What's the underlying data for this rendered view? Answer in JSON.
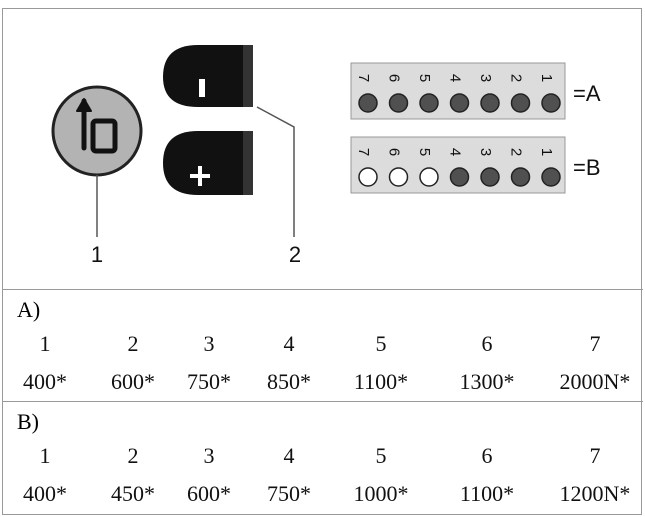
{
  "diagram": {
    "callouts": [
      "1",
      "2"
    ],
    "buttons": {
      "minus": "–",
      "plus": "+"
    },
    "led_numbers": [
      "7",
      "6",
      "5",
      "4",
      "3",
      "2",
      "1"
    ],
    "panel_a": {
      "label": "=A",
      "led_states": [
        "on",
        "on",
        "on",
        "on",
        "on",
        "on",
        "on"
      ]
    },
    "panel_b": {
      "label": "=B",
      "led_states": [
        "off",
        "off",
        "off",
        "on",
        "on",
        "on",
        "on"
      ]
    },
    "colors": {
      "led_on": "#505050",
      "led_off": "#ffffff",
      "knob": "#b3b3b3",
      "button": "#111111",
      "panel": "#dcdcdc"
    }
  },
  "tables": [
    {
      "label": "A)",
      "indices": [
        "1",
        "2",
        "3",
        "4",
        "5",
        "6",
        "7"
      ],
      "values": [
        "400*",
        "600*",
        "750*",
        "850*",
        "1100*",
        "1300*",
        "2000N*"
      ]
    },
    {
      "label": "B)",
      "indices": [
        "1",
        "2",
        "3",
        "4",
        "5",
        "6",
        "7"
      ],
      "values": [
        "400*",
        "450*",
        "600*",
        "750*",
        "1000*",
        "1100*",
        "1200N*"
      ]
    }
  ]
}
